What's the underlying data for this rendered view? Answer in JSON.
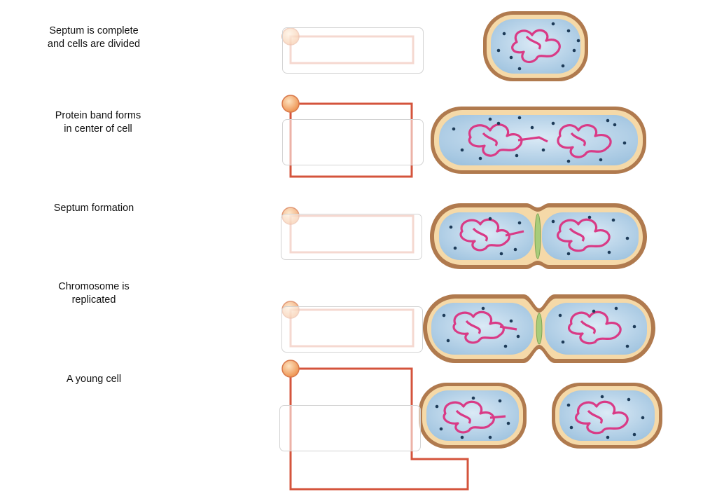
{
  "labels": [
    "Septum is complete\nand cells are divided",
    "Protein band forms\nin center of cell",
    "Septum formation",
    "Chromosome is\nreplicated",
    "A young cell"
  ],
  "colors": {
    "leader_line": "#d4543c",
    "leader_line_faded": "#e8a898",
    "pin_fill": "#f2a25c",
    "pin_stroke": "#d8784a",
    "cell_wall_outer": "#b07a4e",
    "cell_wall_inner": "#f5d9a8",
    "cytoplasm": "#bcd8ec",
    "chromosome": "#d93a86",
    "ribosome": "#1d3b58",
    "septum": "#a8cc7a"
  },
  "drop_zone_count": 5
}
